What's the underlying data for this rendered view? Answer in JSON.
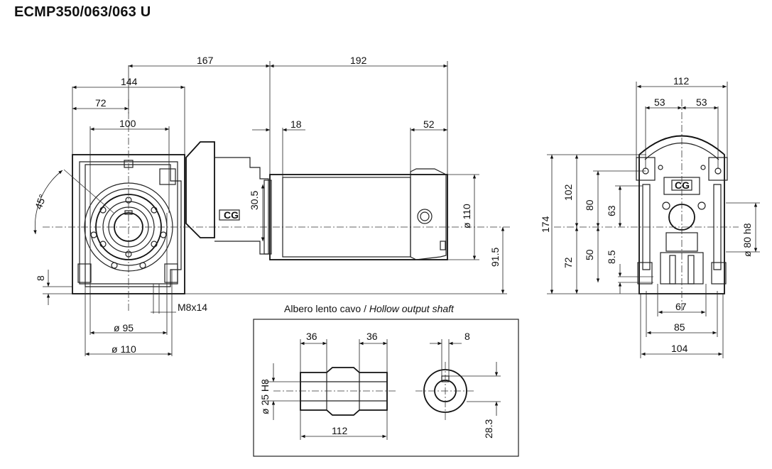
{
  "title": "ECMP350/063/063 U",
  "caption": {
    "italian": "Albero lento cavo / ",
    "english": "Hollow output shaft"
  },
  "logo_text": "CG",
  "dimensions": {
    "front": {
      "d144": "144",
      "d72": "72",
      "d100": "100",
      "d45": "45°",
      "d8": "8",
      "m8x14": "M8x14",
      "d95": "ø 95",
      "d110": "ø 110"
    },
    "motor": {
      "d167": "167",
      "d192": "192",
      "d18": "18",
      "d52": "52",
      "d30_5": "30.5",
      "d110": "ø 110",
      "d91_5": "91.5"
    },
    "side": {
      "d112": "112",
      "d53a": "53",
      "d53b": "53",
      "d174": "174",
      "d102": "102",
      "d72": "72",
      "d80": "80",
      "d50": "50",
      "d63": "63",
      "d8_5": "8.5",
      "d80h8": "ø 80 h8",
      "d67": "67",
      "d85": "85",
      "d104": "104"
    },
    "shaft": {
      "d36a": "36",
      "d36b": "36",
      "d8": "8",
      "d25h8": "ø 25 H8",
      "d112": "112",
      "d28_3": "28.3"
    }
  }
}
